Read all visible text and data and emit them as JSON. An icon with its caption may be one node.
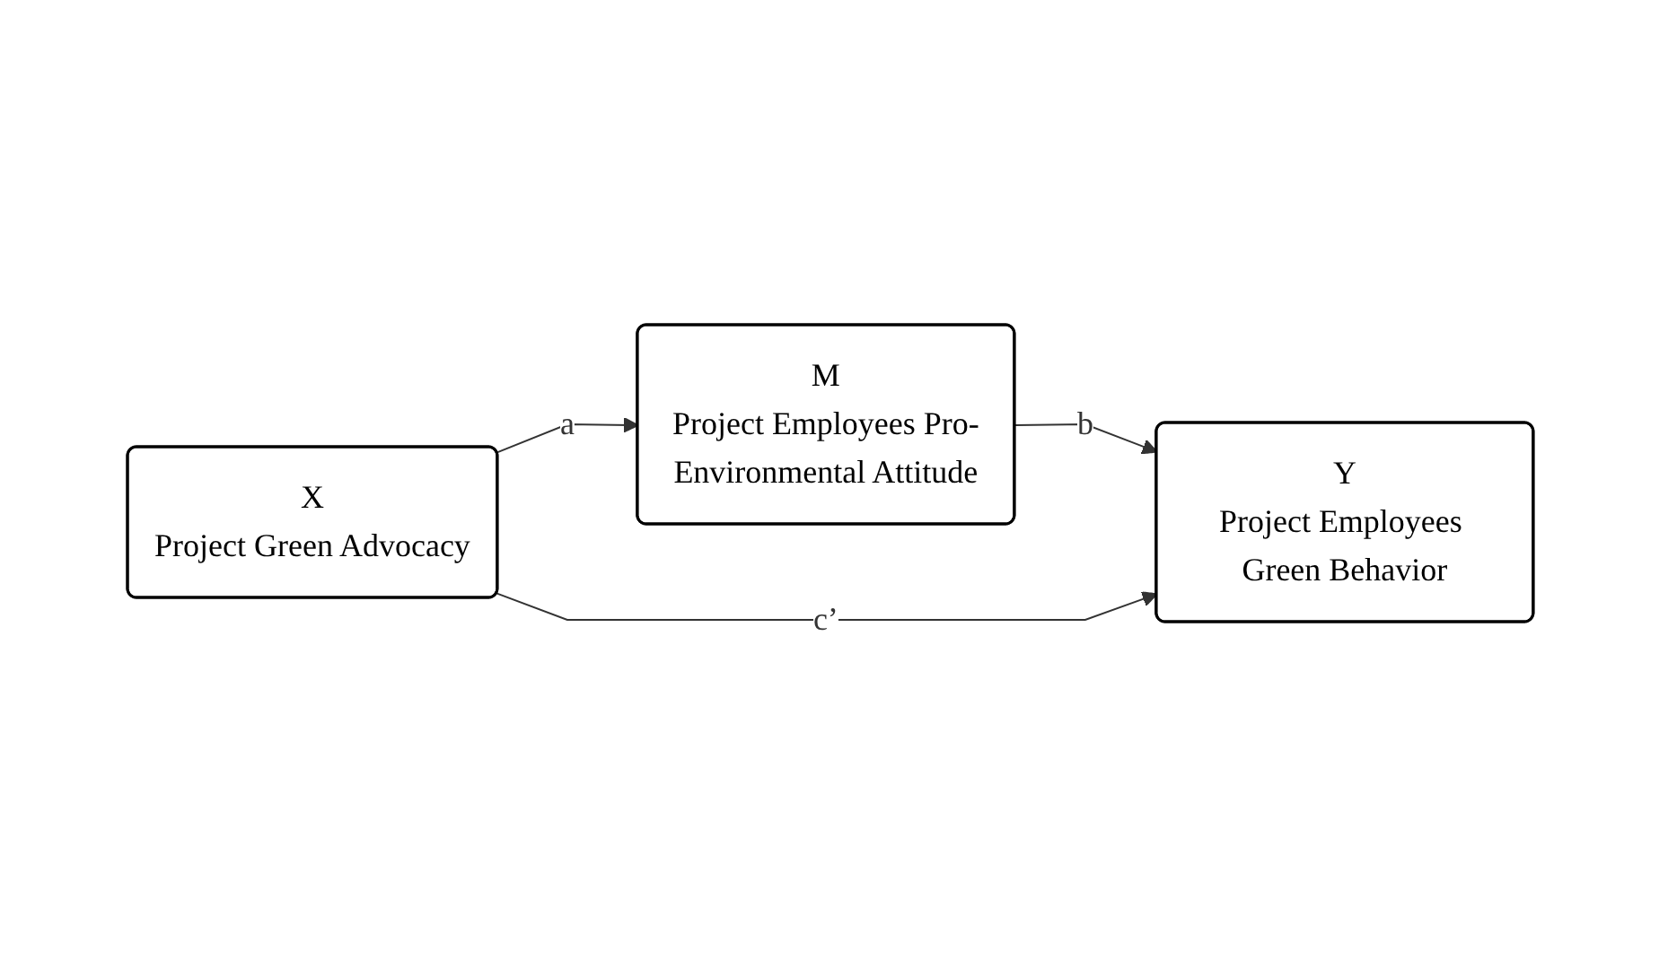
{
  "diagram": {
    "nodes": [
      {
        "text": [
          "M",
          "Project Employees Pro-Environmental Attitude"
        ]
      },
      {
        "text": [
          "X",
          "Project Green Advocacy"
        ]
      },
      {
        "text": [
          "Y",
          "Project Employees Green Behavior"
        ]
      }
    ],
    "edges": [
      {
        "from": 1,
        "to": 0,
        "arrow": "to",
        "label": "a"
      },
      {
        "from": 0,
        "to": 2,
        "arrow": "to",
        "label": "b"
      },
      {
        "from": 1,
        "to": 2,
        "arrow": "to",
        "label": "c’"
      }
    ]
  }
}
